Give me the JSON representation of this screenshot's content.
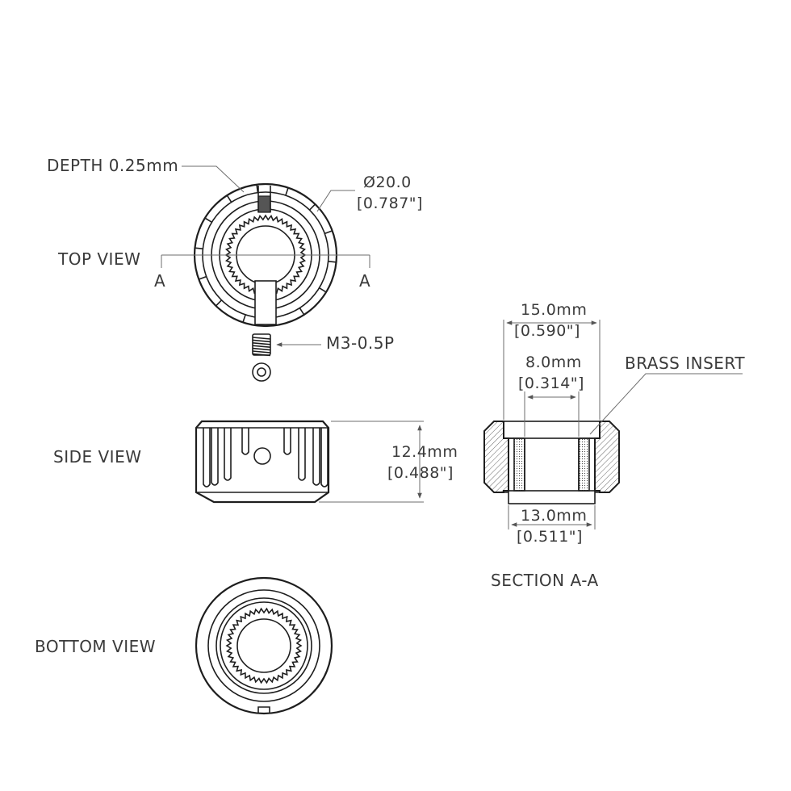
{
  "labels": {
    "depth": "DEPTH 0.25mm",
    "diameter": "Ø20.0",
    "diameter_in": "[0.787\"]",
    "top_view": "TOP VIEW",
    "section_mark_left": "A",
    "section_mark_right": "A",
    "screw": "M3-0.5P",
    "side_view": "SIDE VIEW",
    "height": "12.4mm",
    "height_in": "[0.488\"]",
    "top_width": "15.0mm",
    "top_width_in": "[0.590\"]",
    "bore": "8.0mm",
    "bore_in": "[0.314\"]",
    "brass_insert": "BRASS INSERT",
    "bottom_width": "13.0mm",
    "bottom_width_in": "[0.511\"]",
    "section_view": "SECTION A-A",
    "bottom_view": "BOTTOM VIEW"
  },
  "colors": {
    "line": "#1e1e1e",
    "text": "#3a3a3a",
    "dimension": "#6d6d6d",
    "hatch": "#555555",
    "fill_dark": "#555555"
  }
}
